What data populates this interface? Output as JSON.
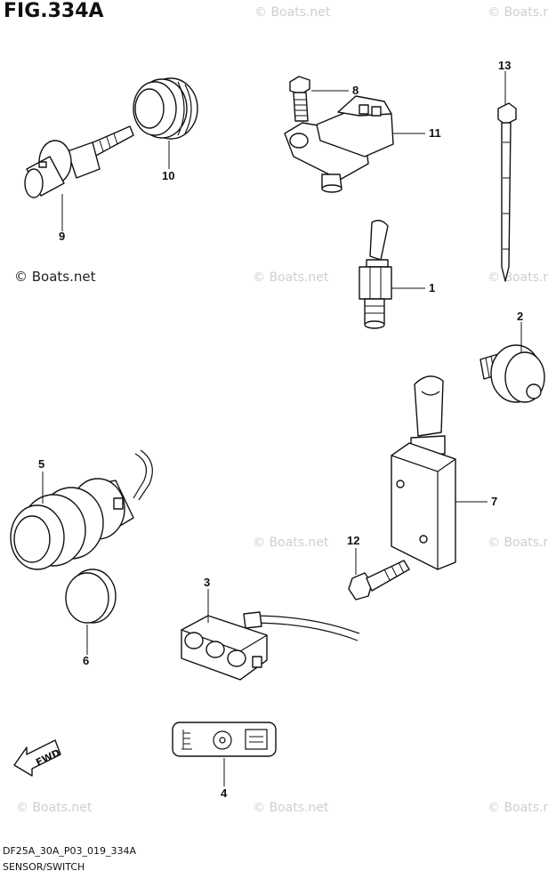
{
  "figure": {
    "title": "FIG.334A",
    "copyright": "© Boats.net",
    "watermark": "© Boats.net"
  },
  "footer": {
    "code": "DF25A_30A_P03_019_334A",
    "section": "SENSOR/SWITCH"
  },
  "fwd_label": "FWD",
  "callouts": {
    "c1": "1",
    "c2": "2",
    "c3": "3",
    "c4": "4",
    "c5": "5",
    "c6": "6",
    "c7": "7",
    "c8": "8",
    "c9": "9",
    "c10": "10",
    "c11": "11",
    "c12": "12",
    "c13": "13"
  }
}
